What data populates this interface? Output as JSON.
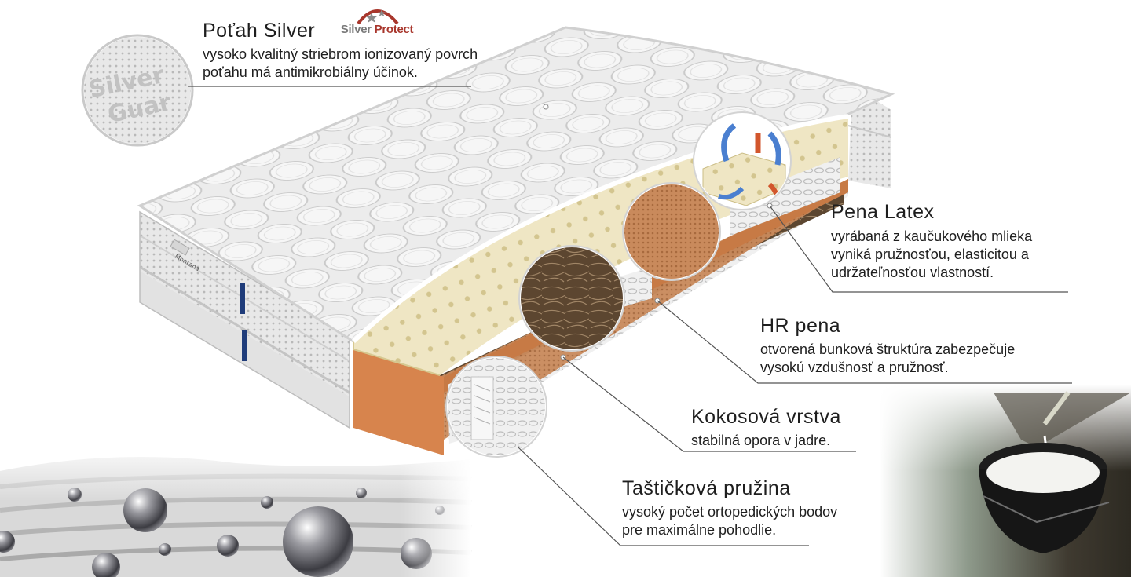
{
  "brand": {
    "logo_word_1": "Silver",
    "logo_word_2": "Protect",
    "logo_color": "#a8362c",
    "magnifier_text_1": "Silver",
    "magnifier_text_2": "Guar",
    "mattress_label": "Montana"
  },
  "callouts": {
    "cover": {
      "heading": "Poťah Silver",
      "line1": "vysoko kvalitný striebrom ionizovaný povrch",
      "line2": "poťahu má antimikrobiálny účinok."
    },
    "latex": {
      "heading": "Pena Latex",
      "line1": "vyrábaná z kaučukového mlieka",
      "line2": "vyniká pružnosťou, elasticitou a",
      "line3": "udržateľnosťou vlastností."
    },
    "hr_foam": {
      "heading": "HR pena",
      "line1": "otvorená bunková štruktúra zabezpečuje",
      "line2": "vysokú vzdušnosť a pružnosť."
    },
    "coconut": {
      "heading": "Kokosová vrstva",
      "line1": "stabilná opora v jadre."
    },
    "pocket_spring": {
      "heading": "Taštičková pružina",
      "line1": "vysoký počet ortopedických bodov",
      "line2": "pre maximálne pohodlie."
    }
  },
  "colors": {
    "text": "#1e1e1e",
    "leader_line": "#555555",
    "latex": "#efe6c4",
    "hr_foam": "#c87a45",
    "coconut": "#6b5236",
    "cover": "#e9e9e9"
  }
}
